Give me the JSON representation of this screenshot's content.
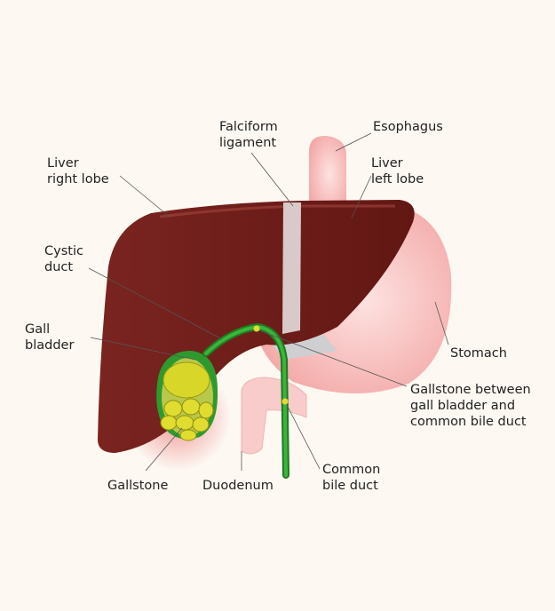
{
  "labels": {
    "falciform": [
      "Falciform",
      "ligament"
    ],
    "esophagus": [
      "Esophagus"
    ],
    "liver_right": [
      "Liver",
      "right lobe"
    ],
    "liver_left": [
      "Liver",
      "left lobe"
    ],
    "cystic_duct": [
      "Cystic",
      "duct"
    ],
    "gall_bladder": [
      "Gall",
      "bladder"
    ],
    "stomach": [
      "Stomach"
    ],
    "gallstone_between": [
      "Gallstone between",
      "gall bladder and",
      "common bile duct"
    ],
    "common_bile_duct": [
      "Common",
      "bile duct"
    ],
    "gallstone": [
      "Gallstone"
    ],
    "duodenum": [
      "Duodenum"
    ]
  },
  "colors": {
    "background": "#fdf8f2",
    "liver": "#6e1b17",
    "stomach": "#f7c4c2",
    "gallbladder_wall": "#2e9a2e",
    "gallstone": "#d9d62a",
    "falciform": "#d9c9c9"
  }
}
